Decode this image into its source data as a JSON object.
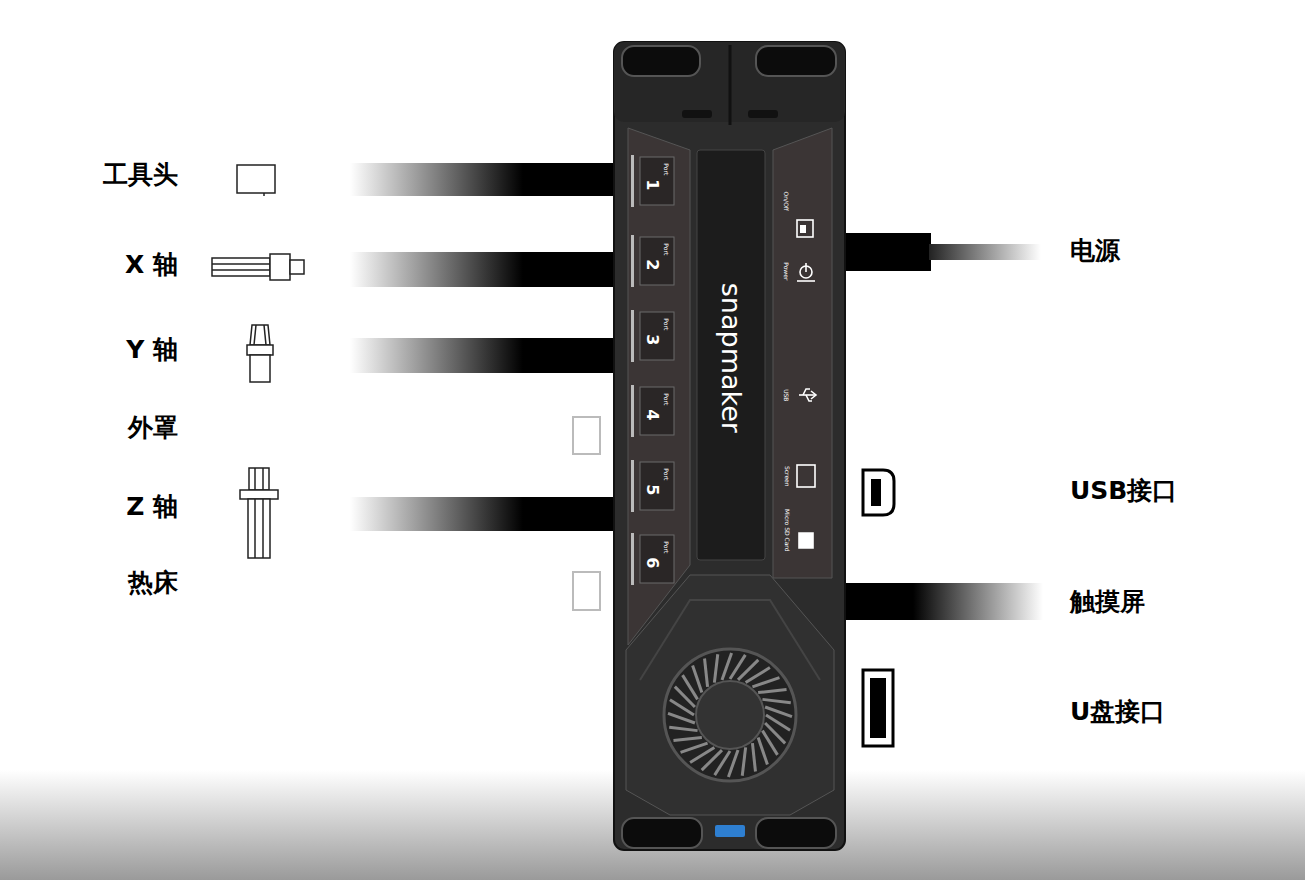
{
  "diagram": {
    "labels": [
      "工具头",
      "X 轴",
      "Y 轴",
      "外罩",
      "Z 轴",
      "热床",
      "电源",
      "USB接口",
      "触摸屏",
      "U盘接口",
      "snapmaker",
      "On/Off",
      "Power",
      "USB",
      "Screen",
      "Micro SD Card",
      "Port",
      "1",
      "Port",
      "2",
      "Port",
      "3",
      "Port",
      "4",
      "Port",
      "5",
      "Port",
      "6"
    ]
  }
}
